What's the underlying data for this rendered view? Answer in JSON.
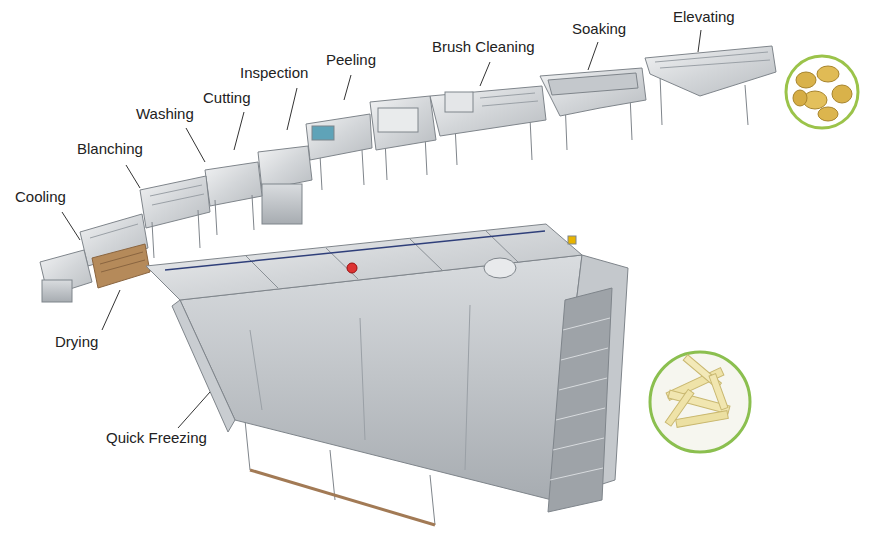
{
  "diagram": {
    "labels": [
      "Elevating",
      "Soaking",
      "Brush Cleaning",
      "Peeling",
      "Inspection",
      "Cutting",
      "Washing",
      "Blanching",
      "Cooling",
      "Drying",
      "Quick Freezing"
    ]
  }
}
